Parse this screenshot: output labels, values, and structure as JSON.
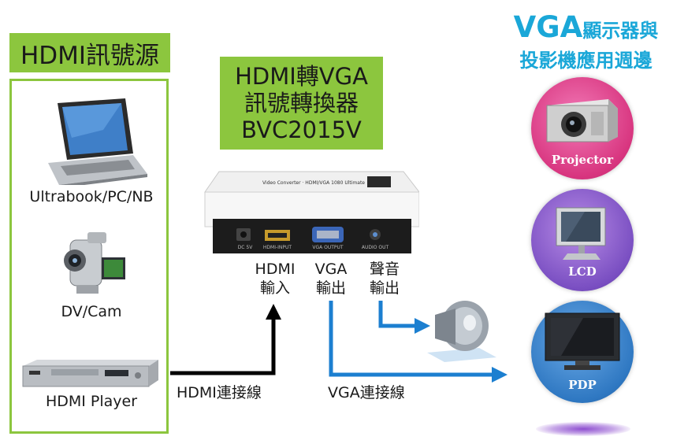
{
  "source": {
    "title": "HDMI訊號源",
    "devices": [
      {
        "label": "Ultrabook/PC/NB",
        "icon": "laptop-icon"
      },
      {
        "label": "DV/Cam",
        "icon": "camcorder-icon"
      },
      {
        "label": "HDMI Player",
        "icon": "dvd-player-icon"
      }
    ]
  },
  "converter": {
    "title_lines": [
      "HDMI轉VGA",
      "訊號轉換器",
      "BVC2015V"
    ],
    "ports": [
      {
        "line1": "HDMI",
        "line2": "輸入"
      },
      {
        "line1": "VGA",
        "line2": "輸出"
      },
      {
        "line1": "聲音",
        "line2": "輸出"
      }
    ]
  },
  "display": {
    "title_main": "VGA",
    "title_rest": "顯示器與",
    "title_line2": "投影機應用週邊",
    "devices": [
      {
        "label": "Projector",
        "icon": "projector-icon",
        "color": "#e3408f"
      },
      {
        "label": "LCD",
        "icon": "lcd-monitor-icon",
        "color": "#7a4fc2"
      },
      {
        "label": "PDP",
        "icon": "plasma-tv-icon",
        "color": "#2f78c2"
      }
    ]
  },
  "cables": {
    "hdmi": "HDMI連接線",
    "vga": "VGA連接線"
  },
  "colors": {
    "accent_green": "#8cc63e",
    "title_blue": "#1aa7d8",
    "arrow_blue": "#1c7fd0",
    "arrow_black": "#000000"
  }
}
